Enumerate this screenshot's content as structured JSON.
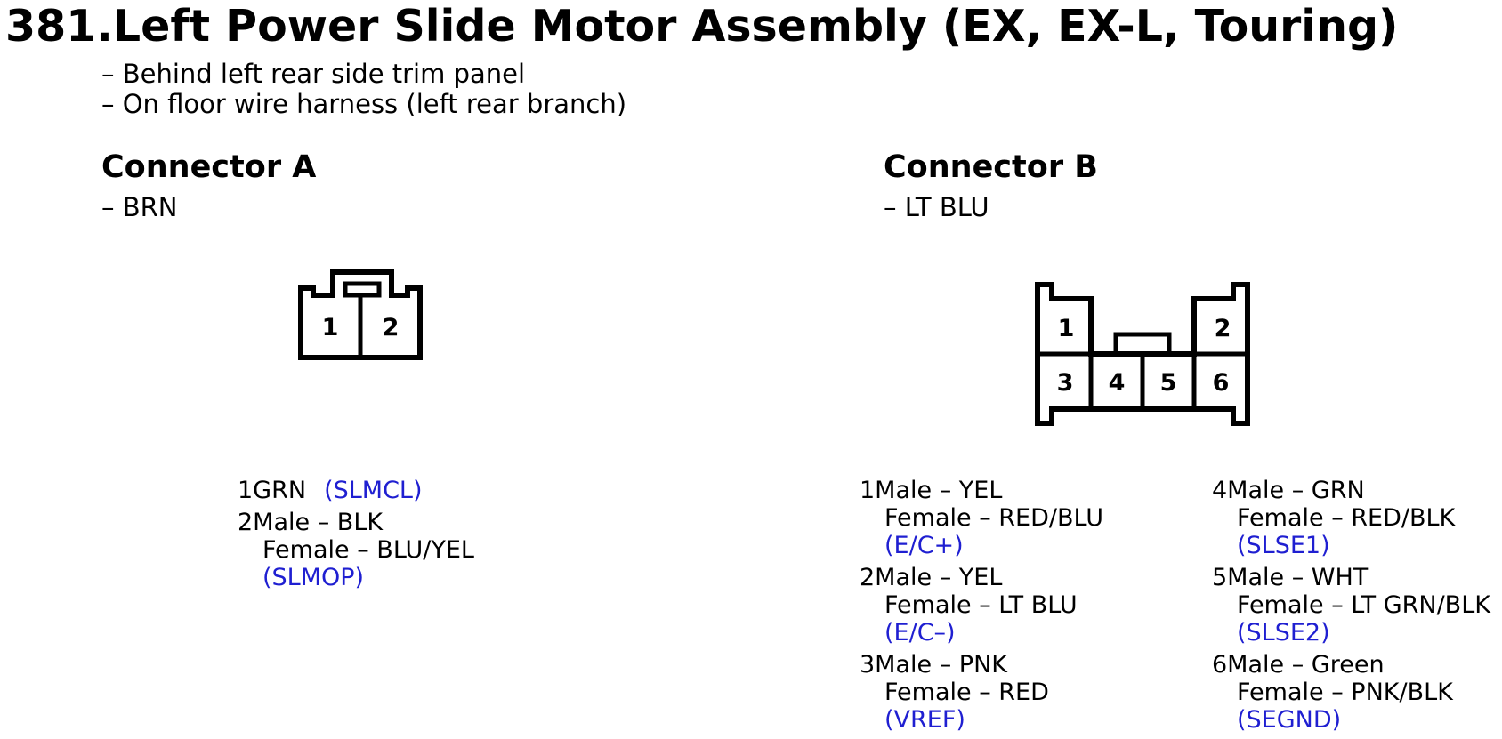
{
  "title": "381.Left Power Slide Motor Assembly (EX, EX-L, Touring)",
  "location": [
    "– Behind left rear side trim panel",
    "– On floor wire harness (left rear branch)"
  ],
  "connector_a": {
    "heading": "Connector A",
    "color": "– BRN",
    "pin_labels": [
      "1",
      "2"
    ],
    "pins": [
      {
        "lines": [
          {
            "text": "1GRN",
            "signal": "(SLMCL)"
          }
        ]
      },
      {
        "lines": [
          {
            "text": "2Male – BLK"
          },
          {
            "text": "Female – BLU/YEL"
          },
          {
            "signal": "(SLMOP)"
          }
        ]
      }
    ]
  },
  "connector_b": {
    "heading": "Connector B",
    "color": "– LT BLU",
    "pin_labels": [
      "1",
      "2",
      "3",
      "4",
      "5",
      "6"
    ],
    "pins_left": [
      {
        "lines": [
          {
            "text": "1Male – YEL"
          },
          {
            "text": "Female – RED/BLU"
          },
          {
            "signal": "(E/C+)"
          }
        ]
      },
      {
        "lines": [
          {
            "text": "2Male – YEL"
          },
          {
            "text": "Female – LT BLU"
          },
          {
            "signal": "(E/C–)"
          }
        ]
      },
      {
        "lines": [
          {
            "text": "3Male – PNK"
          },
          {
            "text": "Female – RED"
          },
          {
            "signal": "(VREF)"
          }
        ]
      }
    ],
    "pins_right": [
      {
        "lines": [
          {
            "text": "4Male – GRN"
          },
          {
            "text": "Female – RED/BLK"
          },
          {
            "signal": "(SLSE1)"
          }
        ]
      },
      {
        "lines": [
          {
            "text": "5Male – WHT"
          },
          {
            "text": "Female – LT GRN/BLK"
          },
          {
            "signal": "(SLSE2)"
          }
        ]
      },
      {
        "lines": [
          {
            "text": "6Male – Green"
          },
          {
            "text": "Female – PNK/BLK"
          },
          {
            "signal": "(SEGND)"
          }
        ]
      }
    ]
  },
  "colors": {
    "signal": "#1f1fd1",
    "text": "#000000"
  }
}
